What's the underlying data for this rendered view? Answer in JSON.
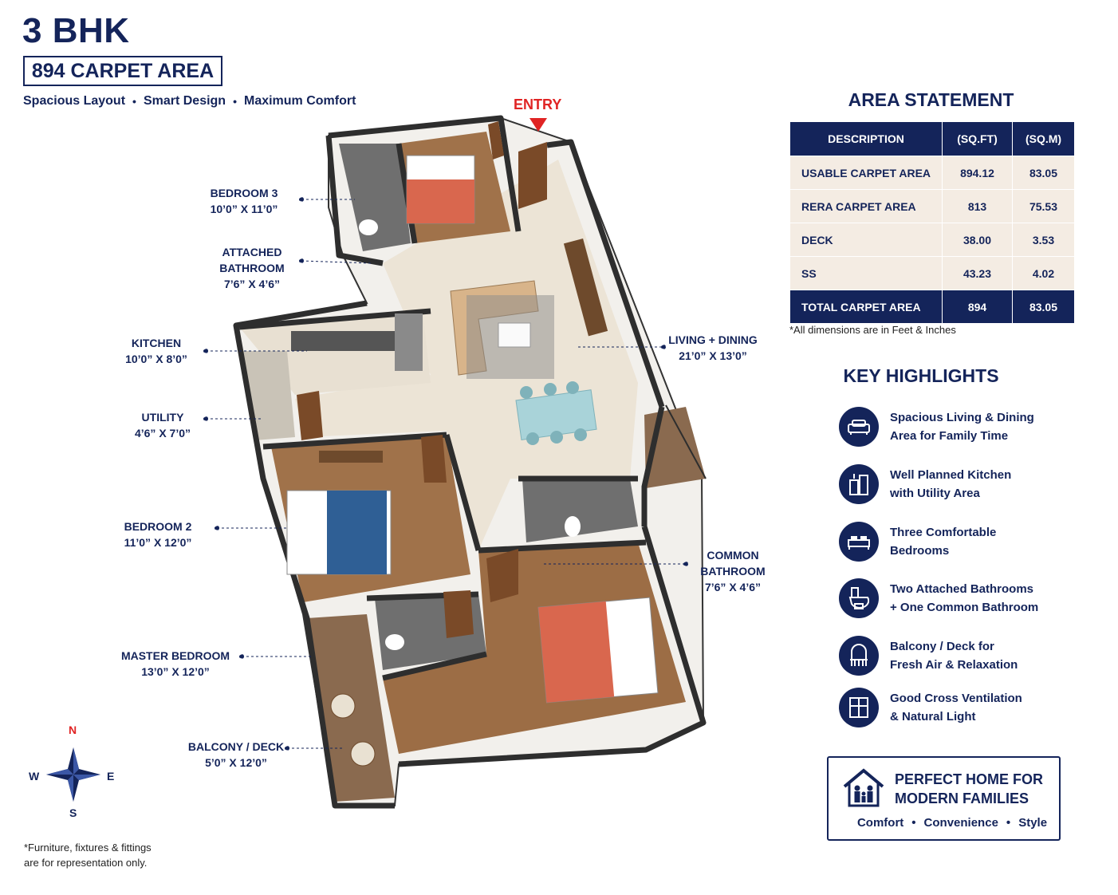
{
  "header": {
    "title": "3 BHK",
    "carpet_area": "894 CARPET AREA",
    "tagline": [
      "Spacious Layout",
      "Smart Design",
      "Maximum Comfort"
    ]
  },
  "entry_label": "ENTRY",
  "rooms": {
    "bedroom3": {
      "name": "BEDROOM 3",
      "dim": "10’0” X 11’0”"
    },
    "attached_bathroom": {
      "name1": "ATTACHED",
      "name2": "BATHROOM",
      "dim": "7’6” X 4’6”"
    },
    "kitchen": {
      "name": "KITCHEN",
      "dim": "10’0” X 8’0”"
    },
    "utility": {
      "name": "UTILITY",
      "dim": "4’6” X 7’0”"
    },
    "bedroom2": {
      "name": "BEDROOM 2",
      "dim": "11’0” X 12’0”"
    },
    "master_bedroom": {
      "name": "MASTER BEDROOM",
      "dim": "13’0” X 12’0”"
    },
    "balcony": {
      "name": "BALCONY / DECK",
      "dim": "5’0” X 12’0”"
    },
    "living_dining": {
      "name": "LIVING + DINING",
      "dim": "21’0” X 13’0”"
    },
    "common_bathroom": {
      "name1": "COMMON",
      "name2": "BATHROOM",
      "dim": "7’6” X 4’6”"
    }
  },
  "area_statement": {
    "title": "AREA STATEMENT",
    "headers": [
      "DESCRIPTION",
      "(SQ.FT)",
      "(SQ.M)"
    ],
    "rows": [
      [
        "USABLE CARPET AREA",
        "894.12",
        "83.05"
      ],
      [
        "RERA CARPET AREA",
        "813",
        "75.53"
      ],
      [
        "DECK",
        "38.00",
        "3.53"
      ],
      [
        "SS",
        "43.23",
        "4.02"
      ]
    ],
    "total": [
      "TOTAL CARPET AREA",
      "894",
      "83.05"
    ],
    "note": "*All dimensions are in Feet & Inches"
  },
  "key_highlights": {
    "title": "KEY HIGHLIGHTS",
    "items": [
      {
        "line1": "Spacious Living & Dining",
        "line2": "Area for Family Time",
        "icon": "sofa-icon"
      },
      {
        "line1": "Well Planned Kitchen",
        "line2": "with Utility Area",
        "icon": "kitchen-icon"
      },
      {
        "line1": "Three Comfortable",
        "line2": "Bedrooms",
        "icon": "bed-icon"
      },
      {
        "line1": "Two Attached Bathrooms",
        "line2": "+ One Common Bathroom",
        "icon": "toilet-icon"
      },
      {
        "line1": "Balcony / Deck for",
        "line2": "Fresh Air & Relaxation",
        "icon": "balcony-icon"
      },
      {
        "line1": "Good Cross Ventilation",
        "line2": "& Natural Light",
        "icon": "window-icon"
      }
    ]
  },
  "promo": {
    "line1": "PERFECT HOME FOR",
    "line2": "MODERN FAMILIES",
    "features": [
      "Comfort",
      "Convenience",
      "Style"
    ]
  },
  "compass": {
    "n": "N",
    "s": "S",
    "e": "E",
    "w": "W"
  },
  "disclaimer": {
    "line1": "*Furniture, fixtures & fittings",
    "line2": "are for representation only."
  },
  "colors": {
    "navy": "#14245a",
    "red": "#e02424",
    "table_bg": "#f4ece3",
    "floor_wood": "#a0724a",
    "floor_tile": "#ece4d6",
    "wall": "#3a3a3a"
  }
}
